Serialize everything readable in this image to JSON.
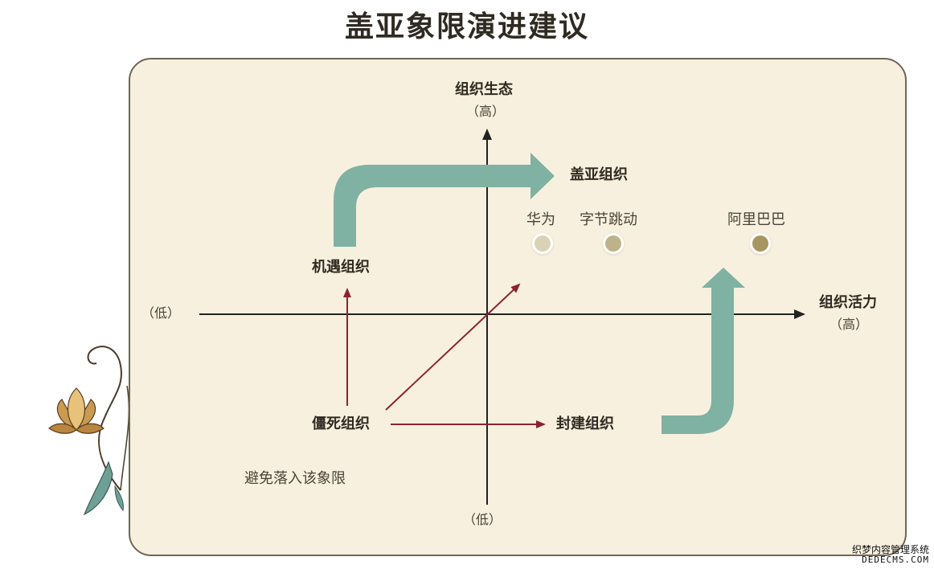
{
  "title": "盖亚象限演进建议",
  "axes": {
    "y_label": "组织生态",
    "y_high": "（高）",
    "y_low": "（低）",
    "x_label": "组织活力",
    "x_high": "（高）",
    "x_low": "（低）"
  },
  "nodes": {
    "gaia": "盖亚组织",
    "opportunity": "机遇组织",
    "dead": "僵死组织",
    "feudal": "封建组织",
    "avoid_note": "避免落入该象限"
  },
  "companies": [
    {
      "name": "华为",
      "color": "#d9d2b4"
    },
    {
      "name": "字节跳动",
      "color": "#bdb28a"
    },
    {
      "name": "阿里巴巴",
      "color": "#a89660"
    }
  ],
  "colors": {
    "teal_arrow": "#7fb2a3",
    "red_arrow": "#8b2232",
    "axis": "#222222",
    "panel_bg": "#f8f0de"
  },
  "icons": [
    "lotus-flower-icon"
  ],
  "watermark": {
    "line1": "织梦内容管理系统",
    "line2": "DEDECMS.COM"
  }
}
